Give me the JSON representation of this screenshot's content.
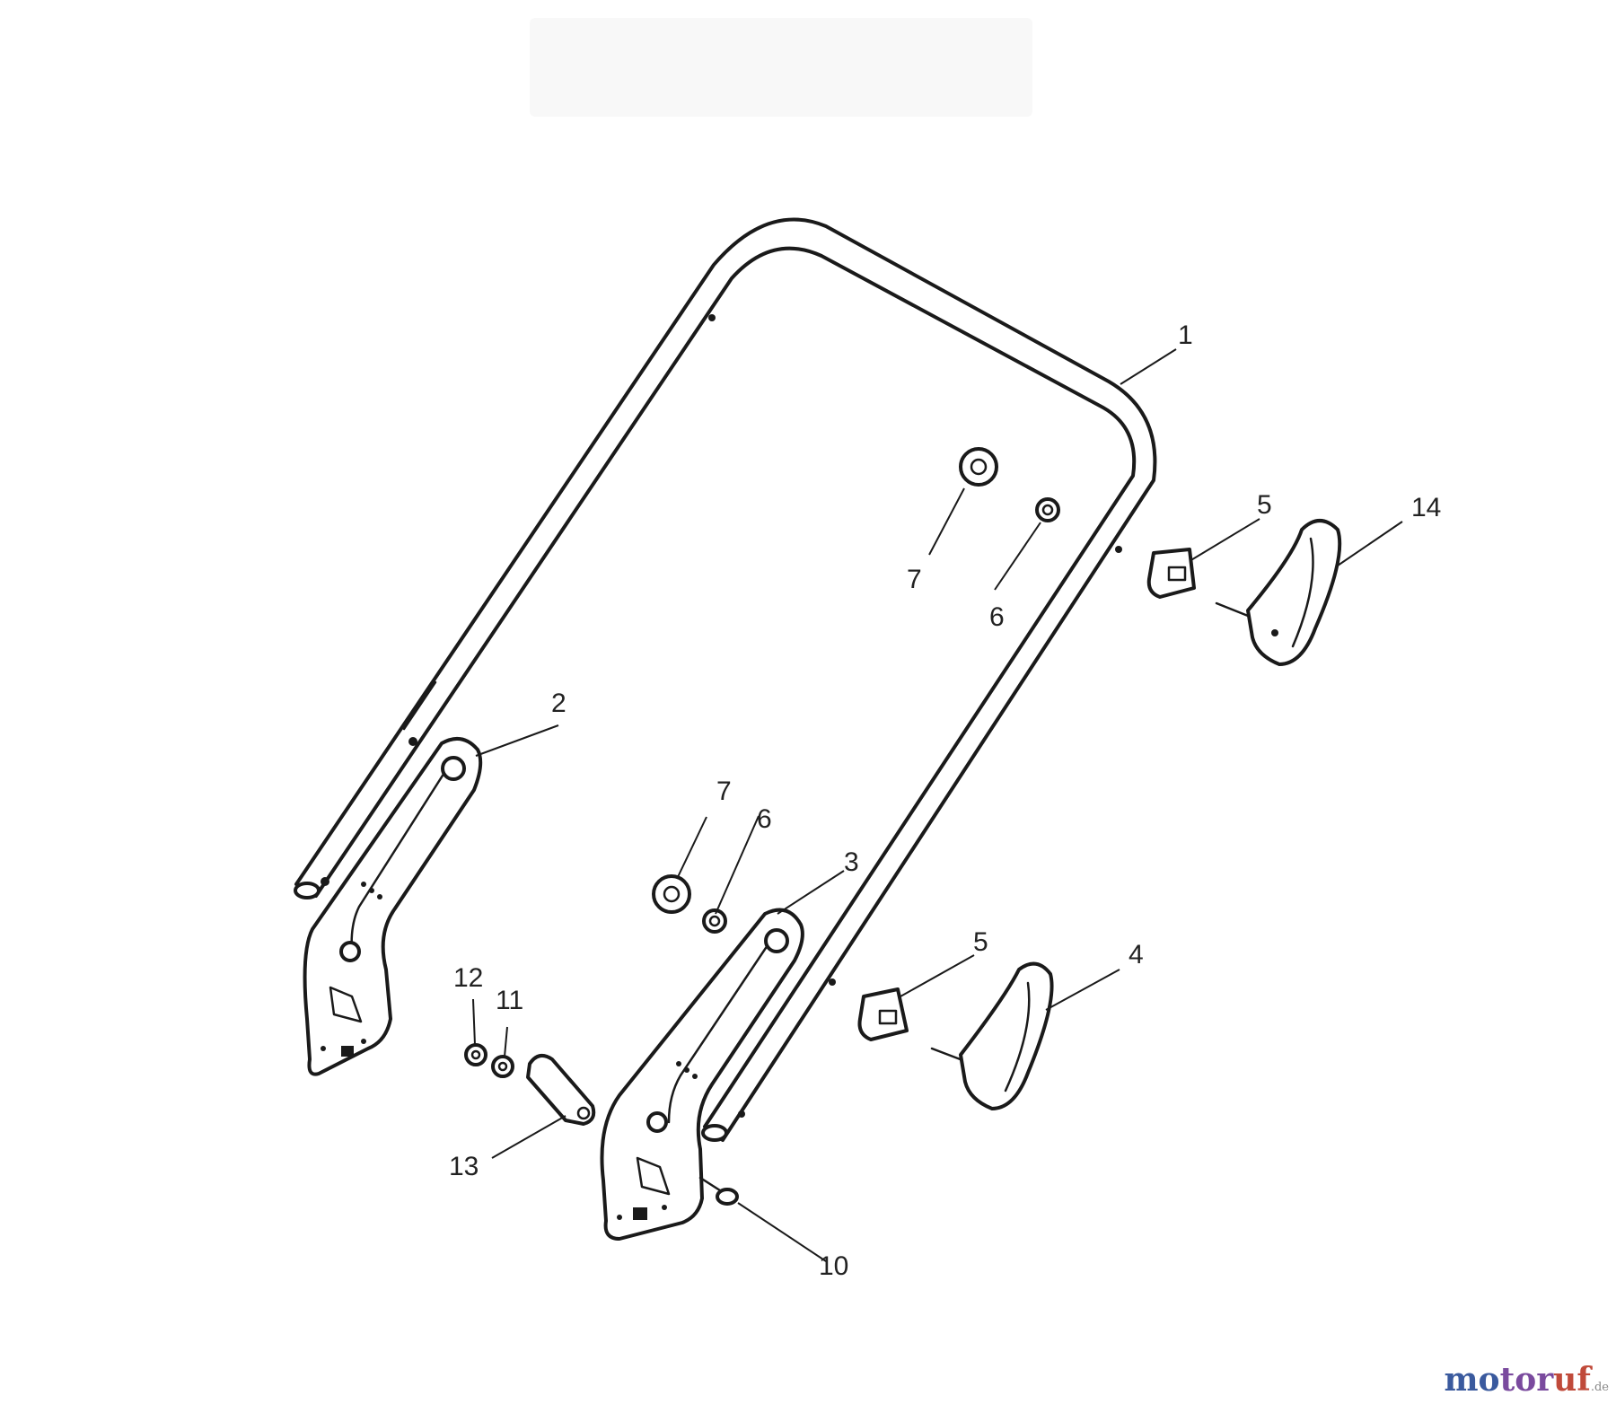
{
  "callouts": [
    {
      "id": "c1",
      "label": "1",
      "part": "handle-bar"
    },
    {
      "id": "c2",
      "label": "2",
      "part": "left-bracket"
    },
    {
      "id": "c3",
      "label": "3",
      "part": "right-bracket"
    },
    {
      "id": "c4",
      "label": "4",
      "part": "lower-knob"
    },
    {
      "id": "c5a",
      "label": "5",
      "part": "upper-clamp"
    },
    {
      "id": "c5b",
      "label": "5",
      "part": "lower-clamp"
    },
    {
      "id": "c6a",
      "label": "6",
      "part": "upper-nut"
    },
    {
      "id": "c6b",
      "label": "6",
      "part": "lower-nut"
    },
    {
      "id": "c7a",
      "label": "7",
      "part": "upper-flange-nut"
    },
    {
      "id": "c7b",
      "label": "7",
      "part": "lower-flange-nut"
    },
    {
      "id": "c10",
      "label": "10",
      "part": "screw"
    },
    {
      "id": "c11",
      "label": "11",
      "part": "washer"
    },
    {
      "id": "c12",
      "label": "12",
      "part": "small-nut"
    },
    {
      "id": "c13",
      "label": "13",
      "part": "cable-clip"
    },
    {
      "id": "c14",
      "label": "14",
      "part": "upper-knob"
    }
  ],
  "watermark": {
    "part1": "mo",
    "part2": "tor",
    "part3": "uf",
    "tld": ".de"
  }
}
